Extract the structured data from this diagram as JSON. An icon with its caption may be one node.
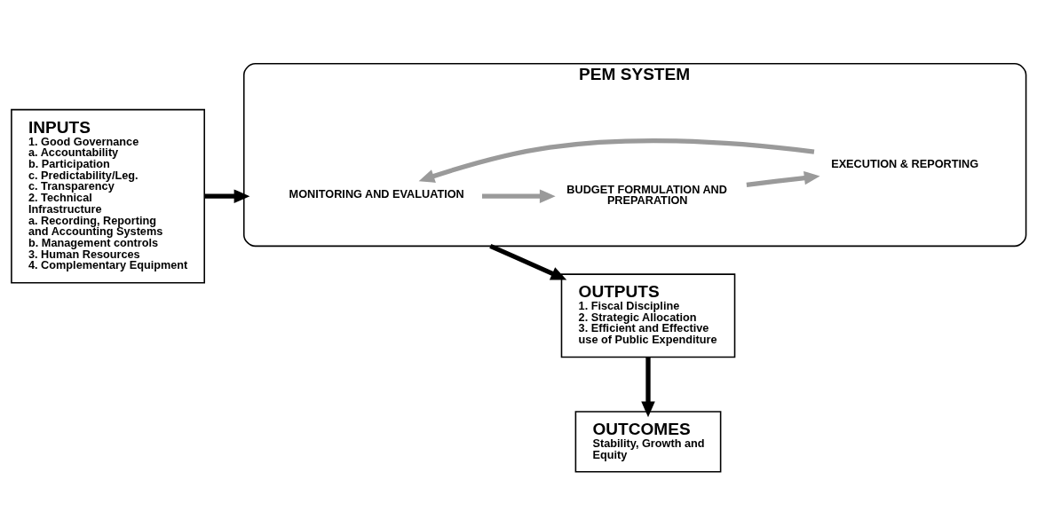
{
  "diagram": {
    "nodes": [
      {
        "text": [
          "INPUTS",
          "1. Good Governance",
          "a. Accountability",
          "b. Participation",
          "c. Predictability/Leg.",
          "c. Transparency",
          "2. Technical Infrastructure",
          "a. Recording, Reporting and Accounting Systems",
          "b. Management controls",
          "3. Human Resources",
          "4. Complementary Equipment"
        ]
      },
      {
        "text": [
          "PEM SYSTEM"
        ]
      },
      {
        "text": [
          "MONITORING AND EVALUATION"
        ],
        "in": 1
      },
      {
        "text": [
          "BUDGET FORMULATION AND PREPARATION"
        ],
        "in": 1
      },
      {
        "text": [
          "EXECUTION & REPORTING"
        ],
        "in": 1
      },
      {
        "text": [
          "OUTPUTS",
          "1. Fiscal Discipline",
          "2. Strategic Allocation",
          "3. Efficient and Effective use of Public Expenditure"
        ]
      },
      {
        "text": [
          "OUTCOMES",
          "Stability, Growth and Equity"
        ]
      }
    ],
    "edges": [
      {
        "from": 0,
        "to": 1,
        "arrow": "to"
      },
      {
        "from": 2,
        "to": 3,
        "arrow": "to",
        "color": "#9a9a9a"
      },
      {
        "from": 3,
        "to": 4,
        "arrow": "to",
        "color": "#9a9a9a"
      },
      {
        "from": 4,
        "to": 2,
        "arrow": "to",
        "color": "#9a9a9a"
      },
      {
        "from": 1,
        "to": 5,
        "arrow": "to"
      },
      {
        "from": 5,
        "to": 6,
        "arrow": "to"
      }
    ]
  }
}
